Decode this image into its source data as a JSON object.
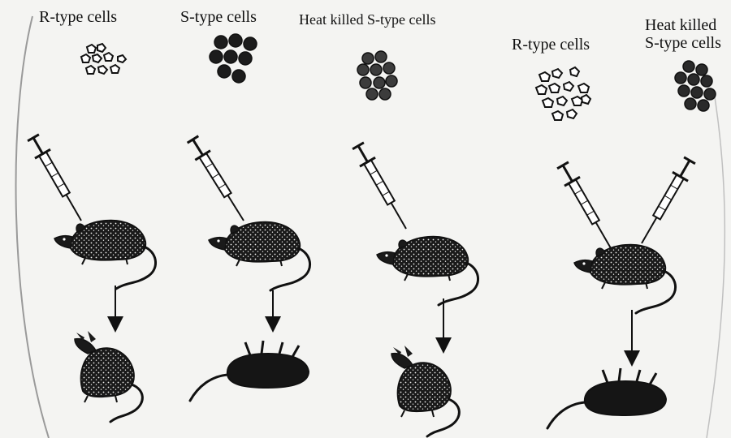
{
  "labels": {
    "exp1_cells": "R-type cells",
    "exp2_cells": "S-type cells",
    "exp3_cells": "Heat killed S-type cells",
    "exp4_cells_a": "R-type cells",
    "exp4_cells_b_line1": "Heat killed",
    "exp4_cells_b_line2": "S-type cells"
  },
  "experiments": [
    {
      "cells": [
        "R-type cells"
      ],
      "mouse_outcome": "alive"
    },
    {
      "cells": [
        "S-type cells"
      ],
      "mouse_outcome": "dead"
    },
    {
      "cells": [
        "Heat killed S-type cells"
      ],
      "mouse_outcome": "alive"
    },
    {
      "cells": [
        "R-type cells",
        "Heat killed S-type cells"
      ],
      "mouse_outcome": "dead"
    }
  ],
  "colors": {
    "ink": "#111111",
    "background": "#f4f4f2",
    "paper_edge": "#9a9a9a"
  }
}
